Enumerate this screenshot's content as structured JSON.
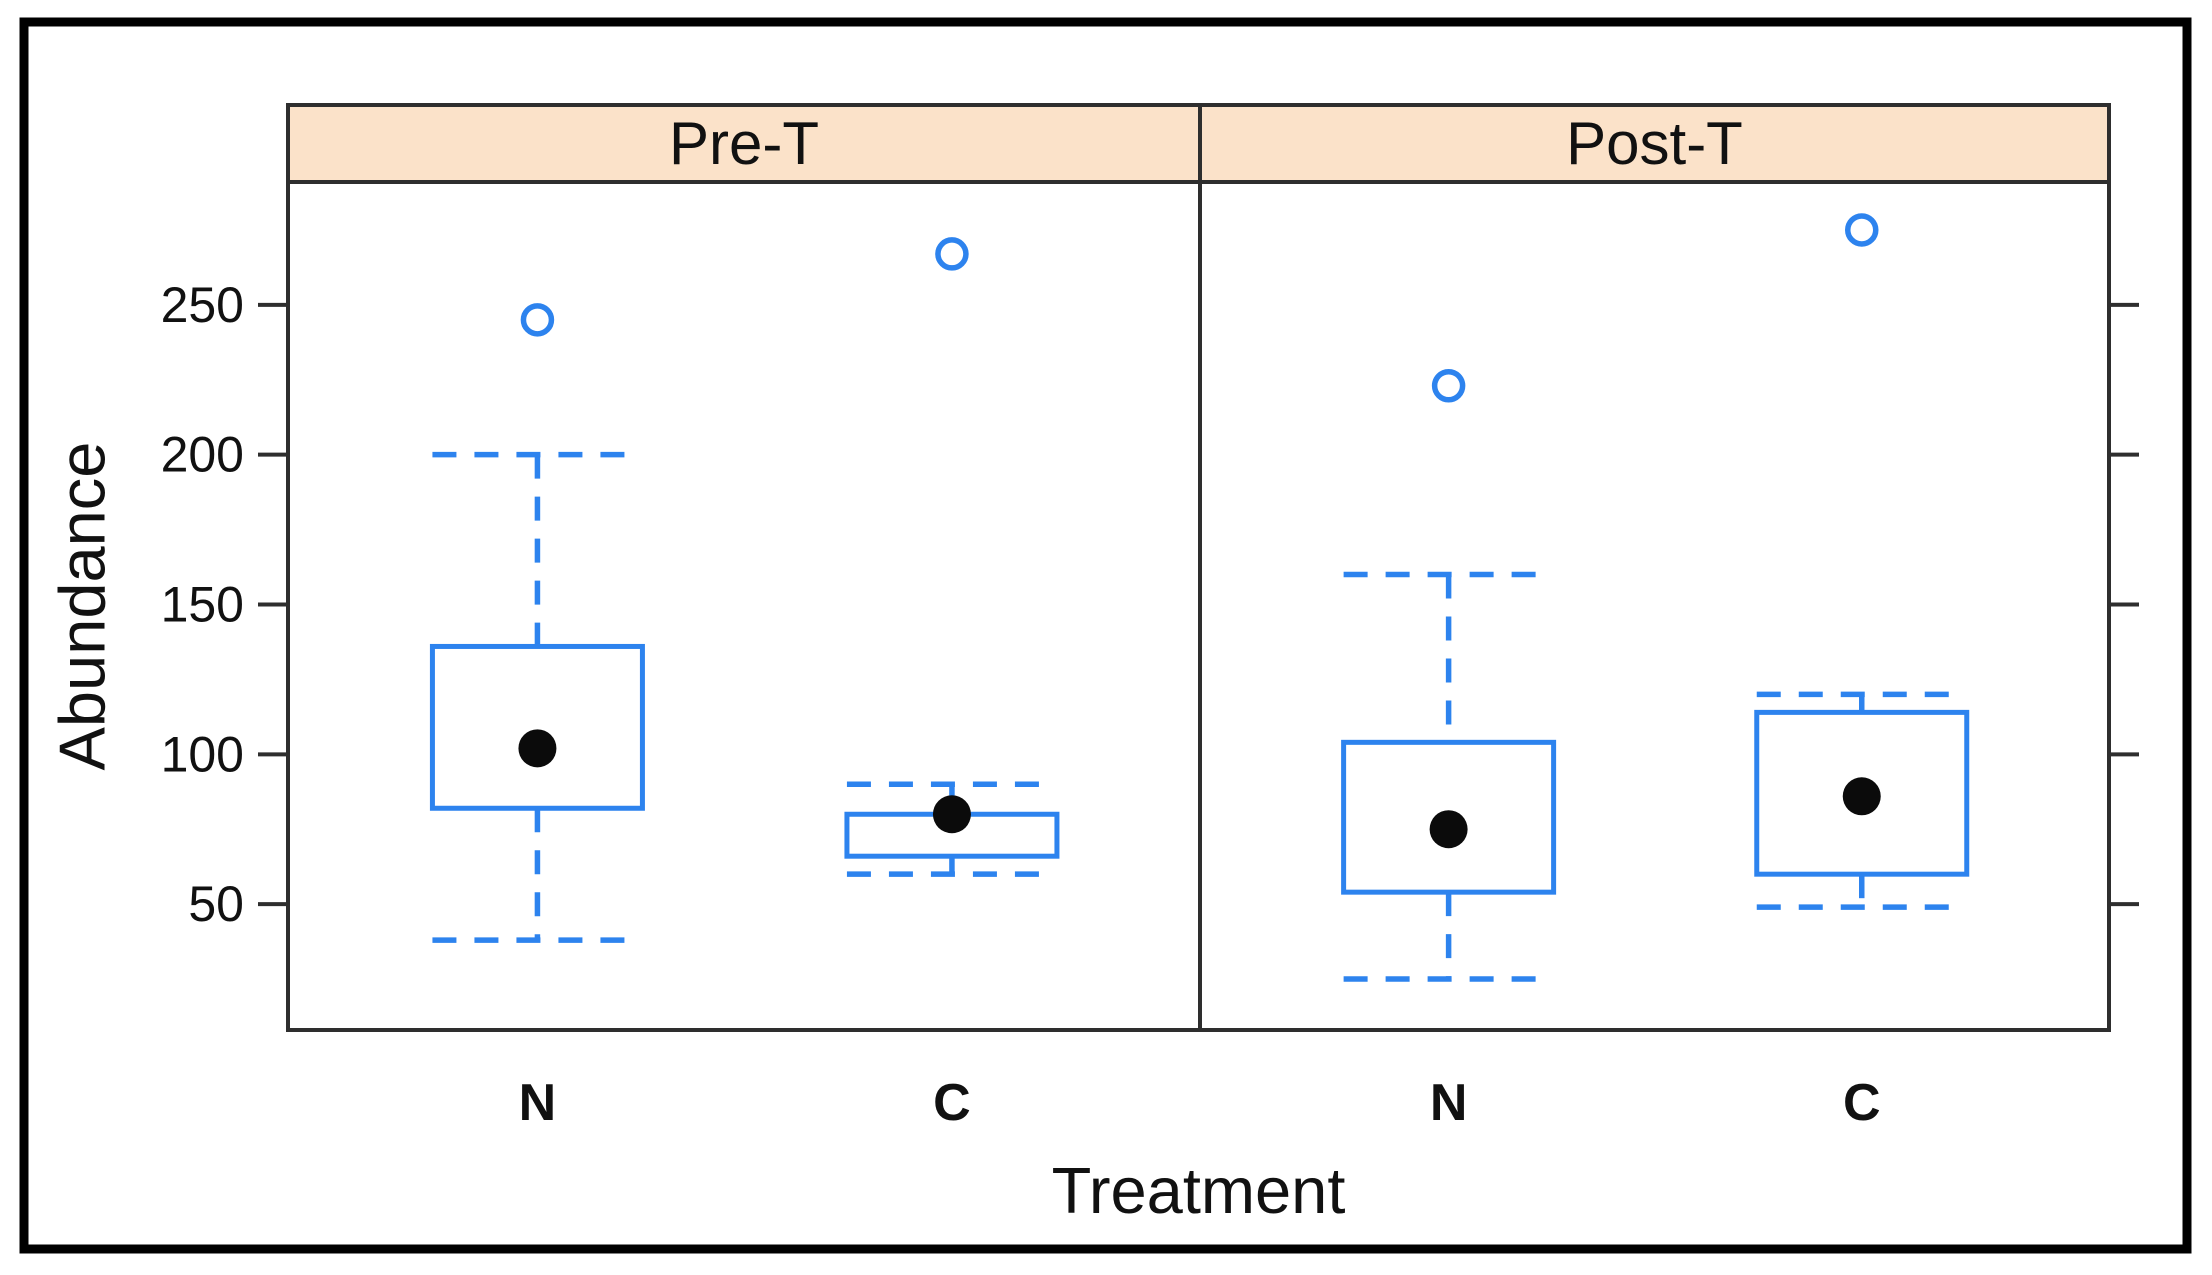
{
  "chart_data": {
    "type": "boxplot",
    "title": "",
    "xlabel": "Treatment",
    "ylabel": "Abundance",
    "ylim": [
      8,
      291
    ],
    "y_ticks": [
      250,
      200,
      150,
      100,
      50
    ],
    "grid": "off",
    "legend": "none",
    "panels": [
      {
        "label": "Pre-T",
        "groups": [
          {
            "label": "N",
            "whisker_low": 38,
            "q1": 82,
            "median": 102,
            "q3": 136,
            "whisker_high": 200,
            "outliers": [
              245
            ]
          },
          {
            "label": "C",
            "whisker_low": 60,
            "q1": 66,
            "median": 80,
            "q3": 80,
            "whisker_high": 90,
            "outliers": [
              267
            ]
          }
        ]
      },
      {
        "label": "Post-T",
        "groups": [
          {
            "label": "N",
            "whisker_low": 25,
            "q1": 54,
            "median": 75,
            "q3": 104,
            "whisker_high": 160,
            "outliers": [
              223
            ]
          },
          {
            "label": "C",
            "whisker_low": 49,
            "q1": 60,
            "median": 86,
            "q3": 114,
            "whisker_high": 120,
            "outliers": [
              275
            ]
          }
        ]
      }
    ],
    "colors": {
      "box": "#2d83ee",
      "median_dot": "#0b0b0b",
      "outlier_stroke": "#2d83ee",
      "strip_fill": "#fbe2c9",
      "frame": "#2e2e2e",
      "outer_border": "#000000",
      "background": "#ffffff"
    }
  }
}
